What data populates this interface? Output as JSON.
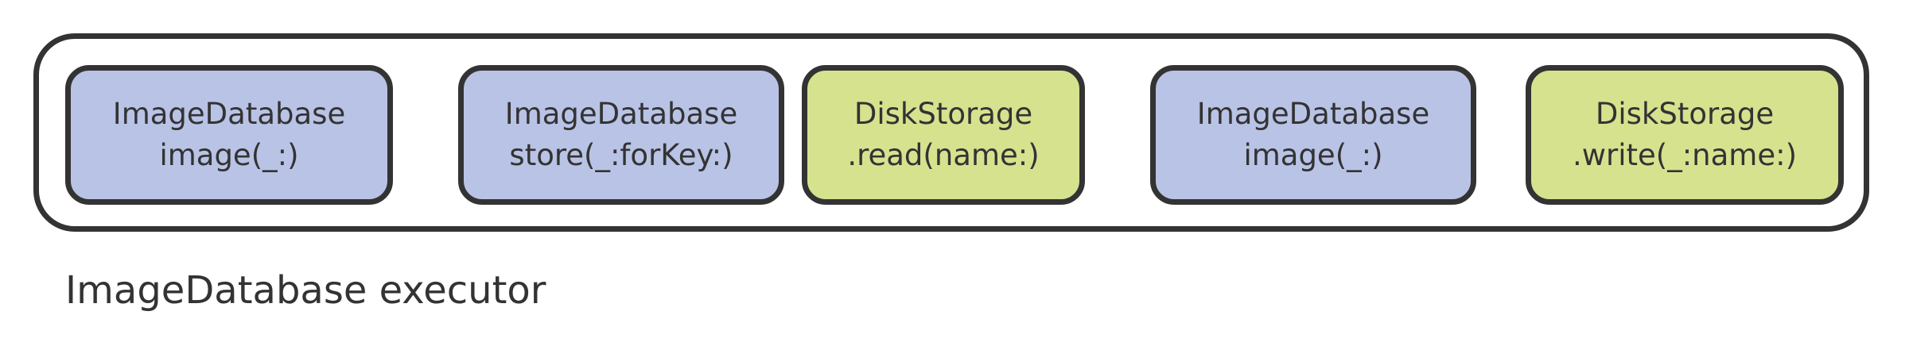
{
  "executor": {
    "label": "ImageDatabase executor"
  },
  "tasks": [
    {
      "line1": "ImageDatabase",
      "line2": "image(_:)",
      "color": "#b9c3e6"
    },
    {
      "line1": "ImageDatabase",
      "line2": "store(_:forKey:)",
      "color": "#b9c3e6"
    },
    {
      "line1": "DiskStorage",
      "line2": ".read(name:)",
      "color": "#d6e28e"
    },
    {
      "line1": "ImageDatabase",
      "line2": "image(_:)",
      "color": "#b9c3e6"
    },
    {
      "line1": "DiskStorage",
      "line2": ".write(_:name:)",
      "color": "#d6e28e"
    }
  ],
  "colors": {
    "outline": "#333333",
    "image_database": "#b9c3e6",
    "disk_storage": "#d6e28e"
  }
}
